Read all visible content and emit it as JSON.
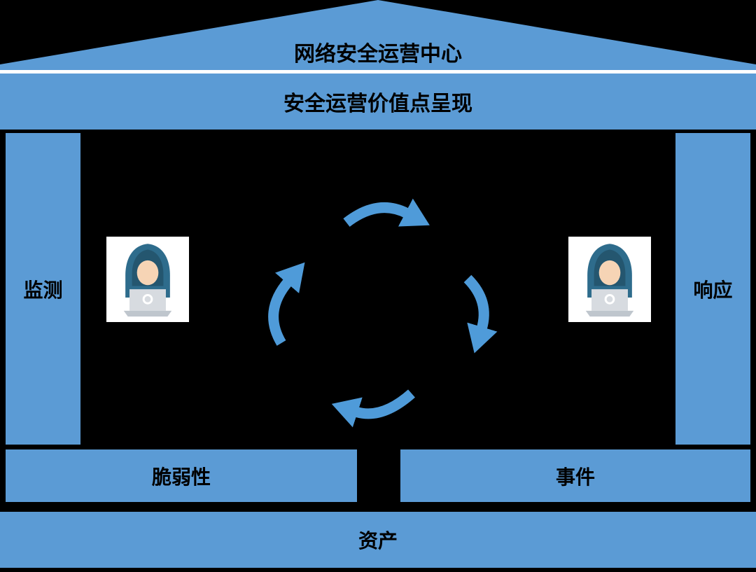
{
  "diagram": {
    "roof_label": "网络安全运营中心",
    "header_label": "安全运营价值点呈现",
    "left_pillar_label": "监测",
    "right_pillar_label": "响应",
    "vulnerability_label": "脆弱性",
    "incident_label": "事件",
    "asset_label": "资产"
  },
  "icons": {
    "left": "hacker-icon",
    "right": "hacker-icon",
    "cycle_arrows": [
      "arrow-right-top",
      "arrow-down-right",
      "arrow-left-bottom",
      "arrow-up-left"
    ]
  },
  "colors": {
    "shape_blue": "#5B9BD5",
    "arrow_blue": "#4F9BD9",
    "background": "#000000",
    "text": "#000000",
    "icon_background": "#FFFFFF",
    "hood_blue": "#2E6C8C",
    "face_tone": "#F6D4B5",
    "laptop_gray": "#D7DBE0"
  }
}
